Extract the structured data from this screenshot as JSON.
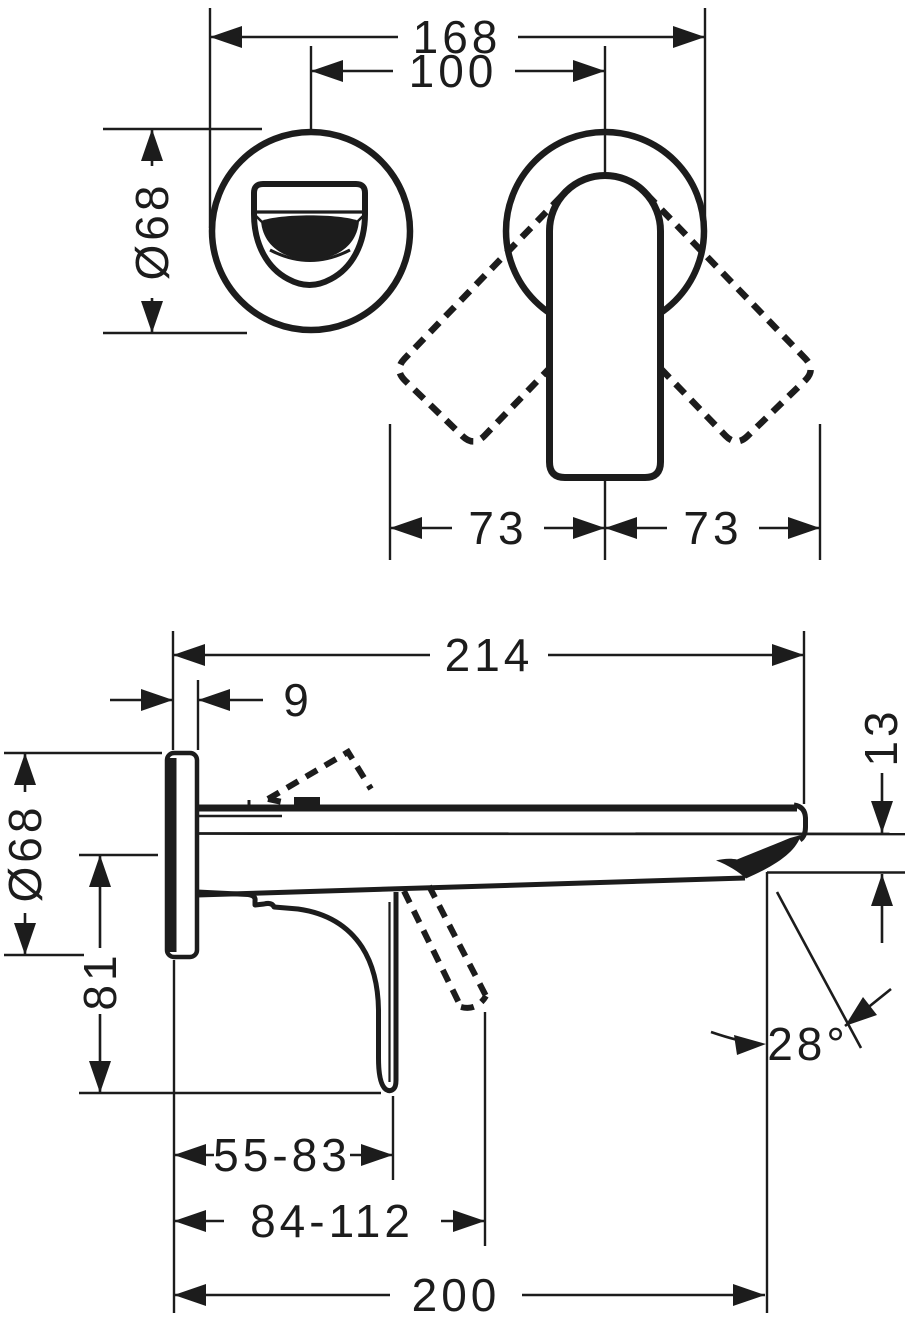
{
  "drawing": {
    "type": "installation-dimension-drawing",
    "product": "wall-mounted single lever basin mixer",
    "units": "mm",
    "views": {
      "front": {
        "labels": {
          "overall_width": "168",
          "center_distance": "100",
          "escutcheon_diameter": "Ø68",
          "handle_swing_left": "73",
          "handle_swing_right": "73"
        }
      },
      "side": {
        "labels": {
          "spout_projection": "214",
          "plate_offset": "9",
          "spout_tip_height": "13",
          "escutcheon_diameter": "Ø68",
          "handle_drop": "81",
          "spout_angle": "28°",
          "handle_reach_closed": "55-83",
          "handle_reach_open": "84-112",
          "tip_to_wall": "200"
        }
      }
    }
  }
}
